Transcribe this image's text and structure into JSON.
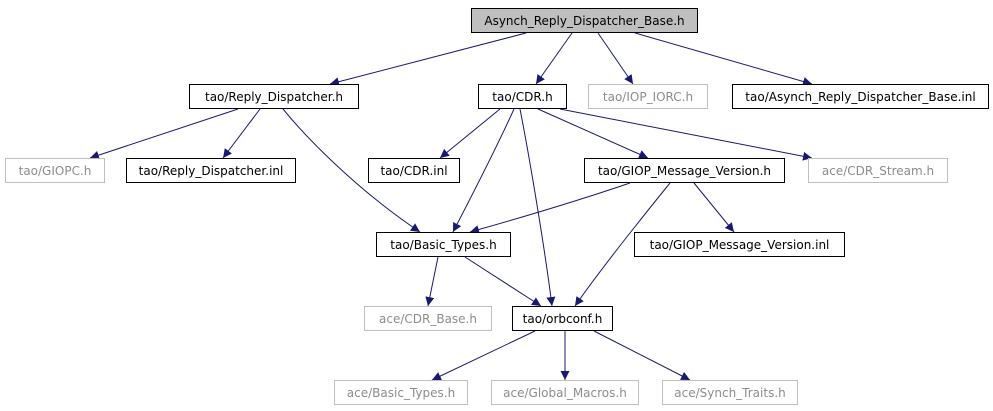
{
  "colors": {
    "edge": "#191970",
    "root_fill": "#bfbfbf",
    "external_border": "#bfbfbf",
    "external_text": "#8c8c8c"
  },
  "nodes": {
    "root": "Asynch_Reply_Dispatcher_Base.h",
    "reply_dispatcher_h": "tao/Reply_Dispatcher.h",
    "cdr_h": "tao/CDR.h",
    "iop_iorc_h": "tao/IOP_IORC.h",
    "asynch_inl": "tao/Asynch_Reply_Dispatcher_Base.inl",
    "giopc_h": "tao/GIOPC.h",
    "reply_dispatcher_inl": "tao/Reply_Dispatcher.inl",
    "cdr_inl": "tao/CDR.inl",
    "giop_message_version_h": "tao/GIOP_Message_Version.h",
    "ace_cdr_stream_h": "ace/CDR_Stream.h",
    "basic_types_h": "tao/Basic_Types.h",
    "giop_message_version_inl": "tao/GIOP_Message_Version.inl",
    "ace_cdr_base_h": "ace/CDR_Base.h",
    "orbconf_h": "tao/orbconf.h",
    "ace_basic_types_h": "ace/Basic_Types.h",
    "ace_global_macros_h": "ace/Global_Macros.h",
    "ace_synch_traits_h": "ace/Synch_Traits.h"
  }
}
